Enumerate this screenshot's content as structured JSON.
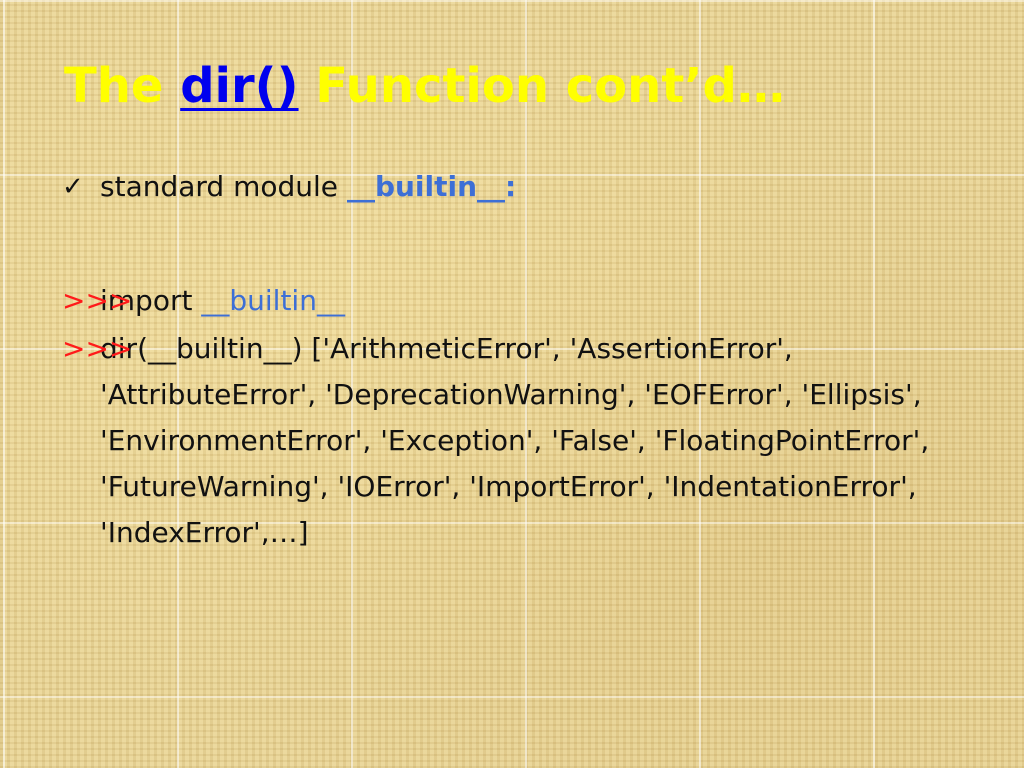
{
  "title": {
    "prefix": "The ",
    "link": "dir()",
    "suffix": " Function cont’d…"
  },
  "bullet": {
    "icon": "check-icon",
    "glyph": "✓",
    "text": "standard module ",
    "module": "__builtin__:"
  },
  "lines": {
    "prompt1": ">>> ",
    "import_kw": "import ",
    "import_module": "__builtin__",
    "prompt2": ">>> ",
    "dir_output": "dir(__builtin__) ['ArithmeticError', 'AssertionError', 'AttributeError', 'DeprecationWarning', 'EOFError', 'Ellipsis', 'EnvironmentError', 'Exception', 'False', 'FloatingPointError', 'FutureWarning', 'IOError', 'ImportError', 'IndentationError', 'IndexError',…]"
  },
  "colors": {
    "title": "#ffff00",
    "title_link": "#0000ee",
    "prompt": "#ff1a1a",
    "module": "#3d6fd6",
    "body_text": "#111111",
    "background": "#e8d497"
  }
}
